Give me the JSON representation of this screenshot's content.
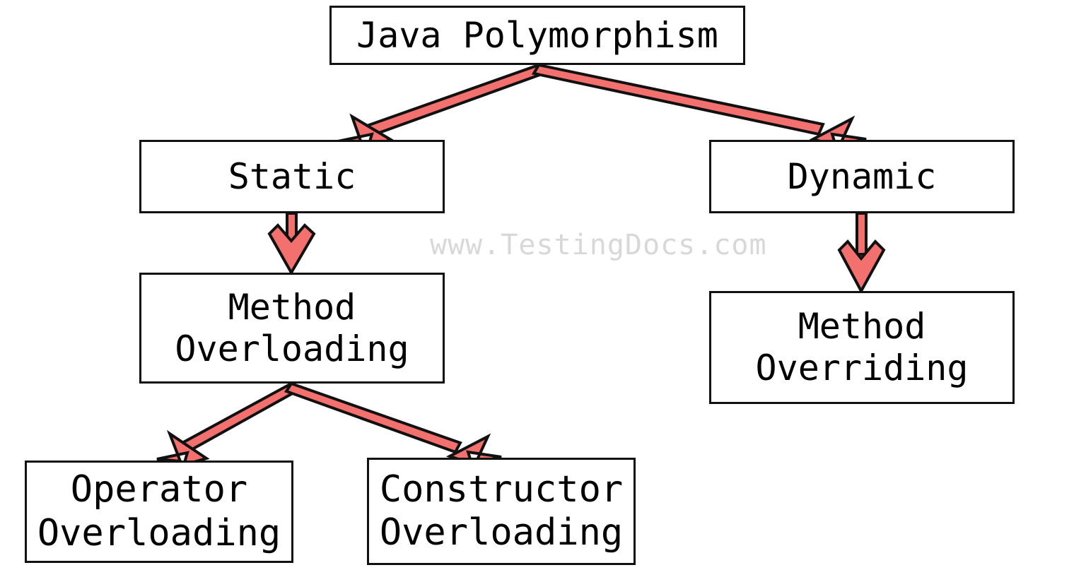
{
  "diagram": {
    "title": "Java Polymorphism",
    "watermark": "www.TestingDocs.com",
    "colors": {
      "arrow_fill": "#F2706E",
      "arrow_stroke": "#111111",
      "box_border": "#111111",
      "box_fill": "#FFFFFF",
      "text": "#000000",
      "watermark": "#D8D8D8",
      "background": "#FFFFFF"
    },
    "nodes": [
      {
        "id": "root",
        "label": "Java Polymorphism",
        "level": 0
      },
      {
        "id": "static",
        "label": "Static",
        "level": 1
      },
      {
        "id": "dynamic",
        "label": "Dynamic",
        "level": 1
      },
      {
        "id": "mol",
        "label": "Method\nOverloading",
        "level": 2
      },
      {
        "id": "mor",
        "label": "Method\nOverriding",
        "level": 2
      },
      {
        "id": "opol",
        "label": "Operator\nOverloading",
        "level": 3
      },
      {
        "id": "ctol",
        "label": "Constructor\nOverloading",
        "level": 3
      }
    ],
    "edges": [
      {
        "from": "root",
        "to": "static",
        "style": "diagonal-left"
      },
      {
        "from": "root",
        "to": "dynamic",
        "style": "diagonal-right"
      },
      {
        "from": "static",
        "to": "mol",
        "style": "vertical"
      },
      {
        "from": "dynamic",
        "to": "mor",
        "style": "vertical"
      },
      {
        "from": "mol",
        "to": "opol",
        "style": "diagonal-left"
      },
      {
        "from": "mol",
        "to": "ctol",
        "style": "diagonal-right"
      }
    ]
  }
}
